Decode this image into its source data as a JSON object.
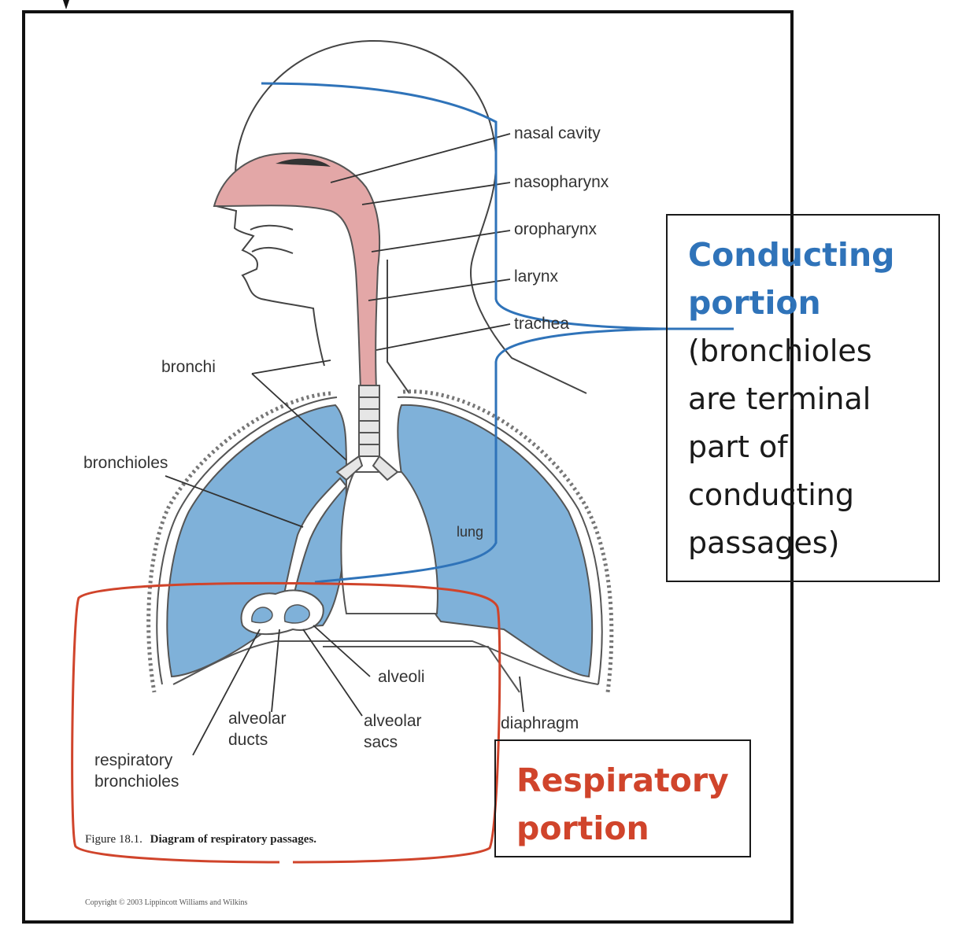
{
  "labels": {
    "nasal_cavity": "nasal cavity",
    "nasopharynx": "nasopharynx",
    "oropharynx": "oropharynx",
    "larynx": "larynx",
    "trachea": "trachea",
    "bronchi": "bronchi",
    "bronchioles": "bronchioles",
    "lung": "lung",
    "alveoli": "alveoli",
    "alveolar_ducts_1": "alveolar",
    "alveolar_ducts_2": "ducts",
    "alveolar_sacs_1": "alveolar",
    "alveolar_sacs_2": "sacs",
    "diaphragm": "diaphragm",
    "respiratory_bronchioles_1": "respiratory",
    "respiratory_bronchioles_2": "bronchioles"
  },
  "figure_caption": {
    "number": "Figure 18.1.",
    "title": "Diagram of respiratory passages."
  },
  "copyright": "Copyright © 2003 Lippincott Williams and Wilkins",
  "conducting_callout": {
    "title": "Conducting portion",
    "body": "(bronchioles are terminal part of conducting passages)"
  },
  "respiratory_callout": {
    "title": "Respiratory portion"
  },
  "colors": {
    "conducting_line": "#2f73b9",
    "respiratory_line": "#d0442b",
    "lung_fill": "#7fb1d9",
    "airway_fill": "#e3a7a7"
  }
}
